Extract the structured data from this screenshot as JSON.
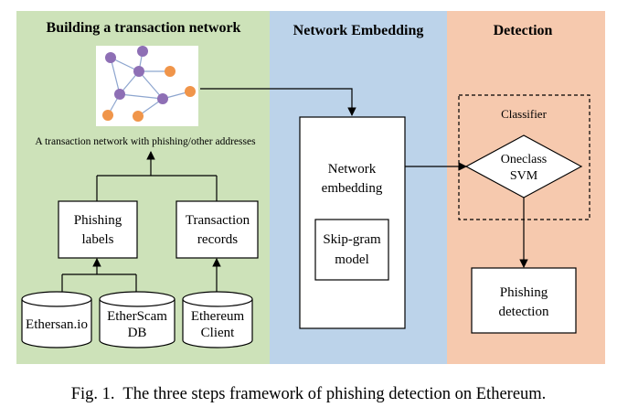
{
  "panels": {
    "building": {
      "title": "Building a transaction network",
      "color": "#cde2b9"
    },
    "embedding": {
      "title": "Network Embedding",
      "color": "#bcd3ea"
    },
    "detection": {
      "title": "Detection",
      "color": "#f6c9ae"
    }
  },
  "network_caption": "A transaction network with phishing/other addresses",
  "boxes": {
    "phishing_labels": [
      "Phishing",
      "labels"
    ],
    "transaction_records": [
      "Transaction",
      "records"
    ],
    "network_embedding": [
      "Network",
      "embedding"
    ],
    "skipgram": [
      "Skip-gram",
      "model"
    ],
    "phishing_detection": [
      "Phishing",
      "detection"
    ]
  },
  "databases": {
    "ethersan": [
      "Ethersan.io"
    ],
    "etherscam": [
      "EtherScam",
      "DB"
    ],
    "ethereum": [
      "Ethereum",
      "Client"
    ]
  },
  "classifier": {
    "label": "Classifier",
    "svm": [
      "Oneclass",
      "SVM"
    ]
  },
  "graph_node_colors": {
    "account": "#8e6fb5",
    "phishing": "#f0954a",
    "edge": "#8ea6cf"
  },
  "caption": {
    "prefix": "Fig. 1.",
    "text": "The three steps framework of phishing detection on Ethereum."
  }
}
